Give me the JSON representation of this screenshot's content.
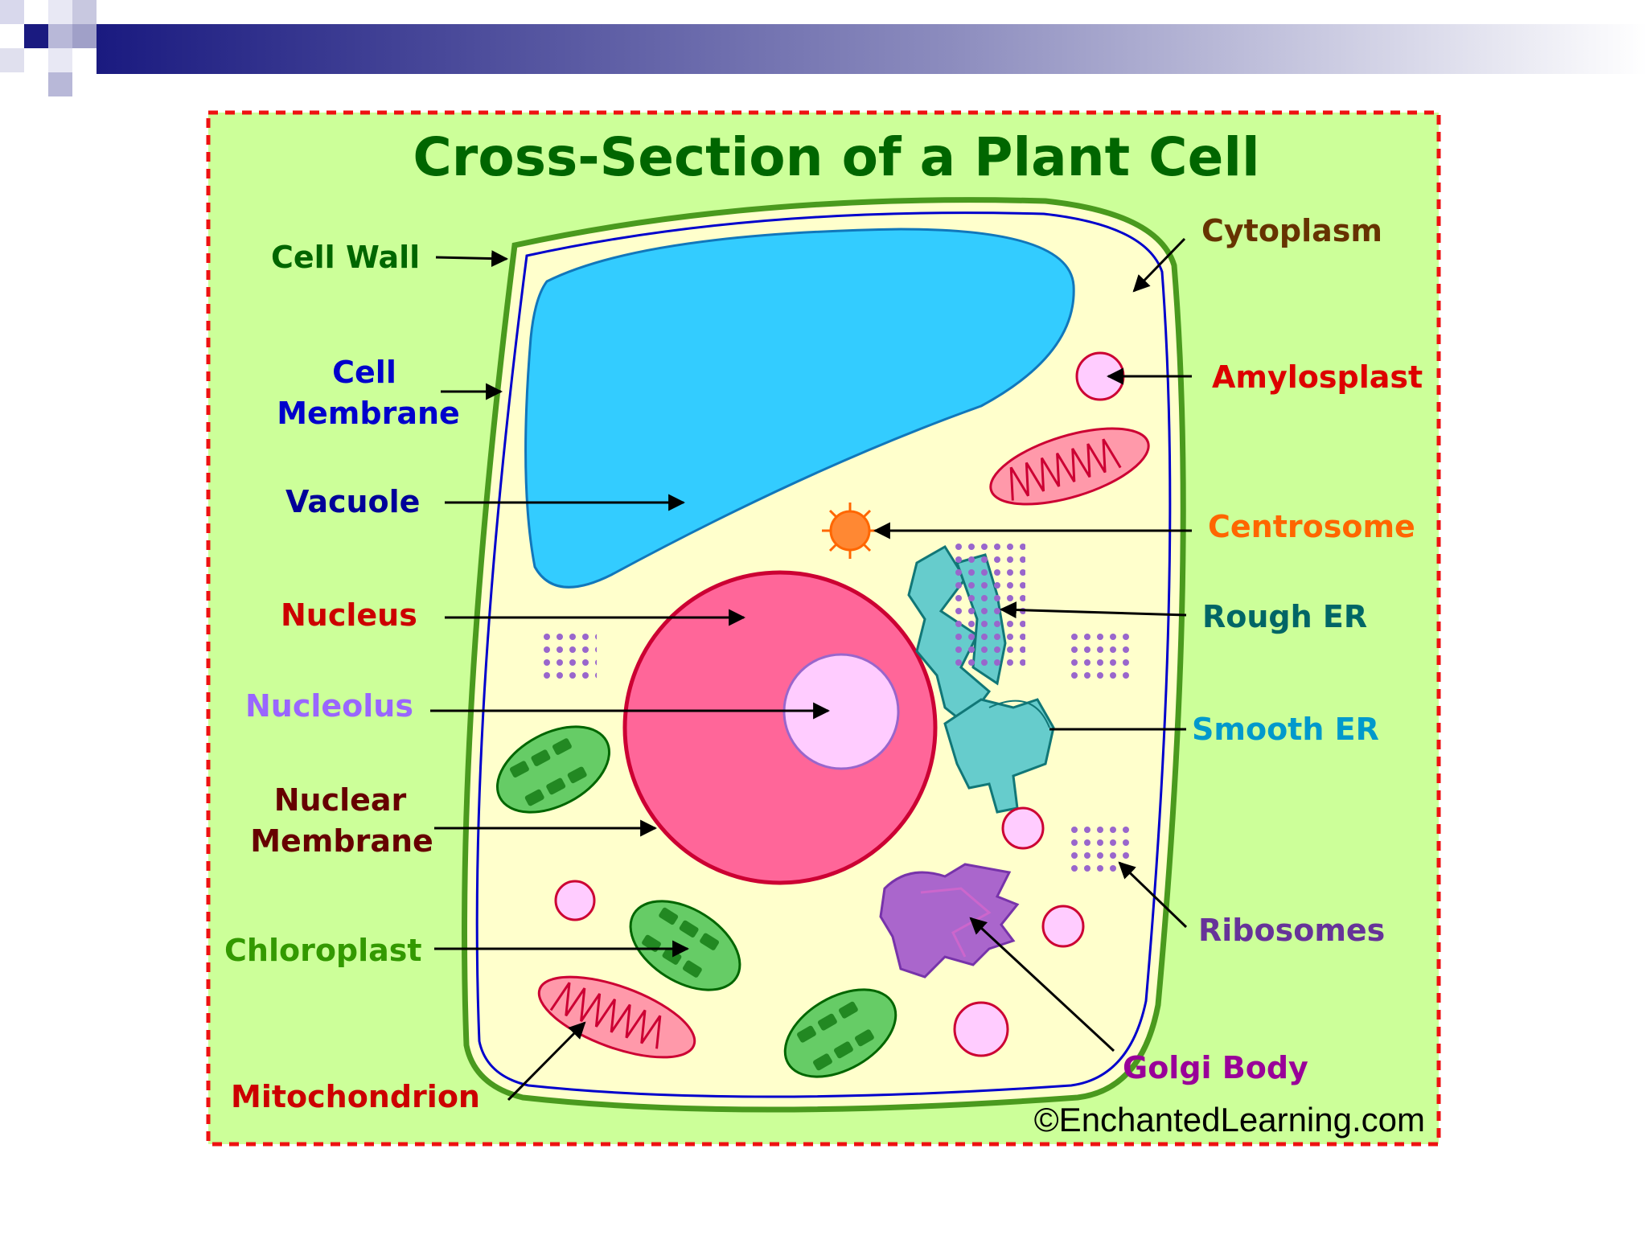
{
  "title": "Cross-Section of a Plant Cell",
  "credit": "©EnchantedLearning.com",
  "labels": {
    "cell_wall": "Cell Wall",
    "cell_membrane_1": "Cell",
    "cell_membrane_2": "Membrane",
    "vacuole": "Vacuole",
    "nucleus": "Nucleus",
    "nucleolus": "Nucleolus",
    "nuclear_membrane_1": "Nuclear",
    "nuclear_membrane_2": "Membrane",
    "chloroplast": "Chloroplast",
    "mitochondrion": "Mitochondrion",
    "cytoplasm": "Cytoplasm",
    "amylosplast": "Amylosplast",
    "centrosome": "Centrosome",
    "rough_er": "Rough ER",
    "smooth_er": "Smooth ER",
    "ribosomes": "Ribosomes",
    "golgi_body": "Golgi Body"
  },
  "colors": {
    "background": "#ccff99",
    "border": "#ee1111",
    "cell_wall": "#4a9a1e",
    "cytoplasm": "#ffffcc",
    "membrane": "#0000cc",
    "vacuole": "#33ccff",
    "nucleus": "#ff6699",
    "nucleolus": "#ffccff",
    "chloroplast": "#66cc66",
    "mitochondrion": "#ff99aa",
    "er": "#66cccc",
    "golgi": "#aa66cc",
    "ribosome": "#9966cc",
    "centrosome": "#ff8833",
    "title": "#006600"
  }
}
